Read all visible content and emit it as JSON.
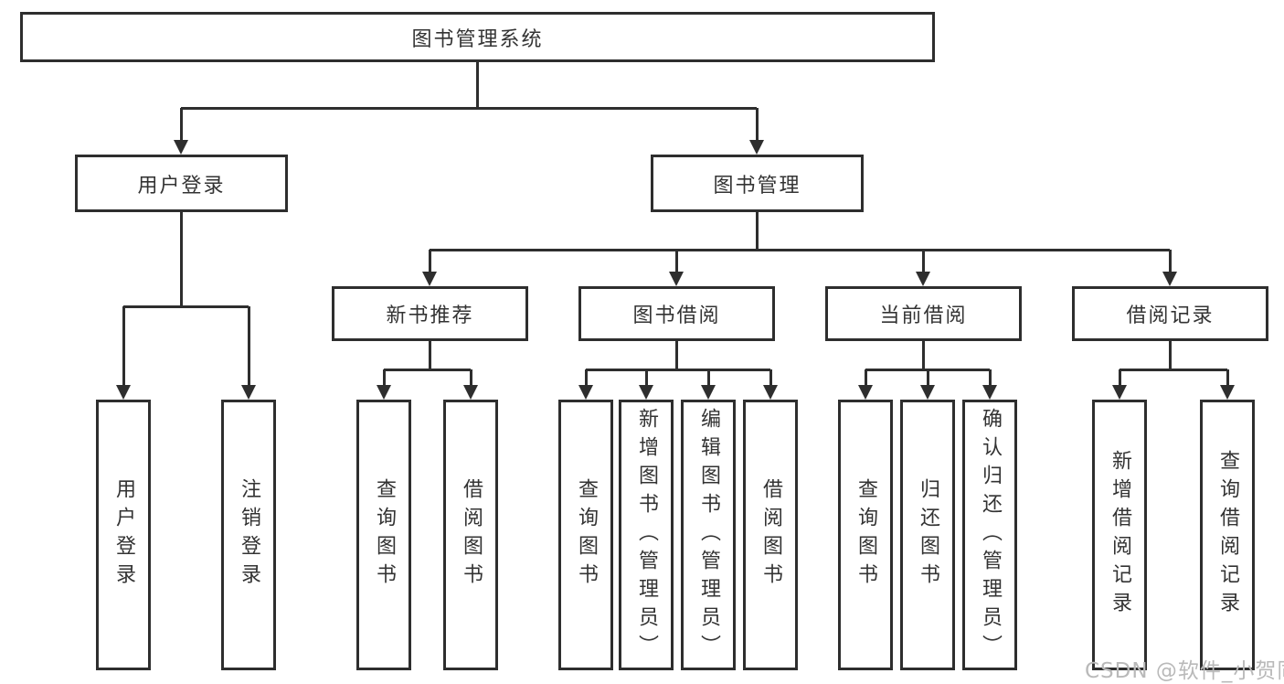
{
  "diagram": {
    "root": {
      "label": "图书管理系统"
    },
    "level2": [
      {
        "label": "用户登录"
      },
      {
        "label": "图书管理"
      }
    ],
    "level3": [
      {
        "label": "新书推荐",
        "parent": "图书管理"
      },
      {
        "label": "图书借阅",
        "parent": "图书管理"
      },
      {
        "label": "当前借阅",
        "parent": "图书管理"
      },
      {
        "label": "借阅记录",
        "parent": "图书管理"
      }
    ],
    "leaves": [
      {
        "label": "用户登录",
        "parent": "用户登录"
      },
      {
        "label": "注销登录",
        "parent": "用户登录"
      },
      {
        "label": "查询图书",
        "parent": "新书推荐"
      },
      {
        "label": "借阅图书",
        "parent": "新书推荐"
      },
      {
        "label": "查询图书",
        "parent": "图书借阅"
      },
      {
        "label": "新增图书（管理员）",
        "parent": "图书借阅"
      },
      {
        "label": "编辑图书（管理员）",
        "parent": "图书借阅"
      },
      {
        "label": "借阅图书",
        "parent": "图书借阅"
      },
      {
        "label": "查询图书",
        "parent": "当前借阅"
      },
      {
        "label": "归还图书",
        "parent": "当前借阅"
      },
      {
        "label": "确认归还（管理员）",
        "parent": "当前借阅"
      },
      {
        "label": "新增借阅记录",
        "parent": "借阅记录"
      },
      {
        "label": "查询借阅记录",
        "parent": "借阅记录"
      }
    ],
    "colors": {
      "line": "#2e2e2e",
      "text": "#333333",
      "background": "#ffffff",
      "watermark": "#b9b9b9"
    }
  },
  "watermark": {
    "text": "CSDN @软件_小贺同学"
  }
}
